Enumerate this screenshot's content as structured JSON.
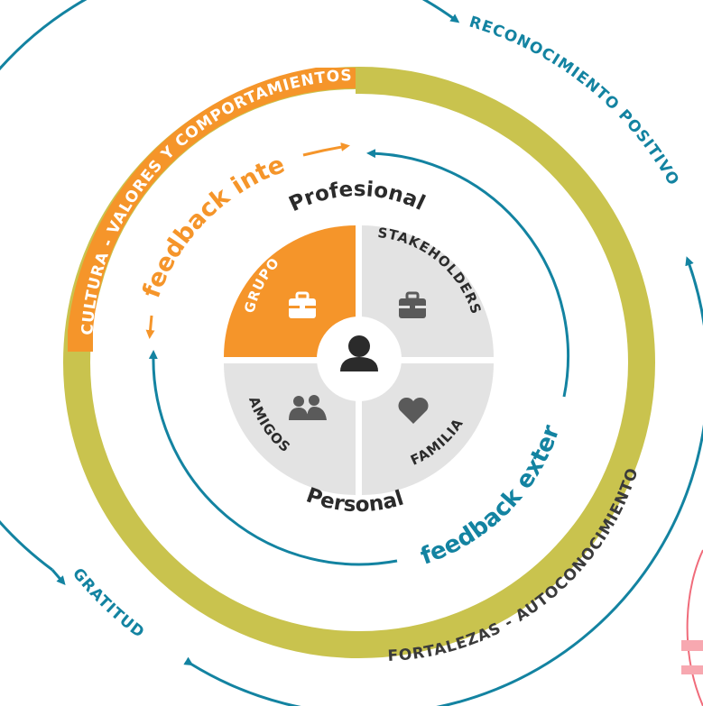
{
  "colors": {
    "olive": "#c9c34e",
    "orange": "#f5952a",
    "teal": "#1383a1",
    "grey_quadrant": "#e3e3e3",
    "grey_icon": "#5a5a5a",
    "dark_text": "#2b2b2b",
    "accent_pink": "#f06b7a"
  },
  "outer_labels": {
    "reconocimiento": "RECONOCIMIENTO POSITIVO",
    "gratitud": "GRATITUD"
  },
  "ring_labels": {
    "cultura": "CULTURA - VALORES Y COMPORTAMIENTOS",
    "fortalezas": "FORTALEZAS - AUTOCONOCIMIENTO"
  },
  "feedback": {
    "interno": "feedback interno",
    "externo": "feedback externo"
  },
  "center": {
    "profesional": "Profesional",
    "personal": "Personal",
    "quadrants": {
      "grupo": "GRUPO",
      "stakeholders": "STAKEHOLDERS",
      "amigos": "AMIGOS",
      "familia": "FAMILIA"
    },
    "icons": {
      "grupo": "briefcase-icon",
      "stakeholders": "briefcase-icon",
      "amigos": "people-icon",
      "familia": "heart-icon",
      "center": "person-icon"
    }
  }
}
